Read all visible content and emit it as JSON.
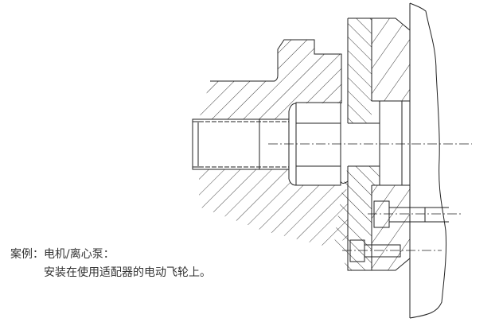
{
  "caption": {
    "label": "案例：",
    "title": "电机/离心泵：",
    "description": "安装在使用适配器的电动飞轮上。"
  },
  "colors": {
    "bushing": "#d63c3c",
    "line": "#222222"
  }
}
